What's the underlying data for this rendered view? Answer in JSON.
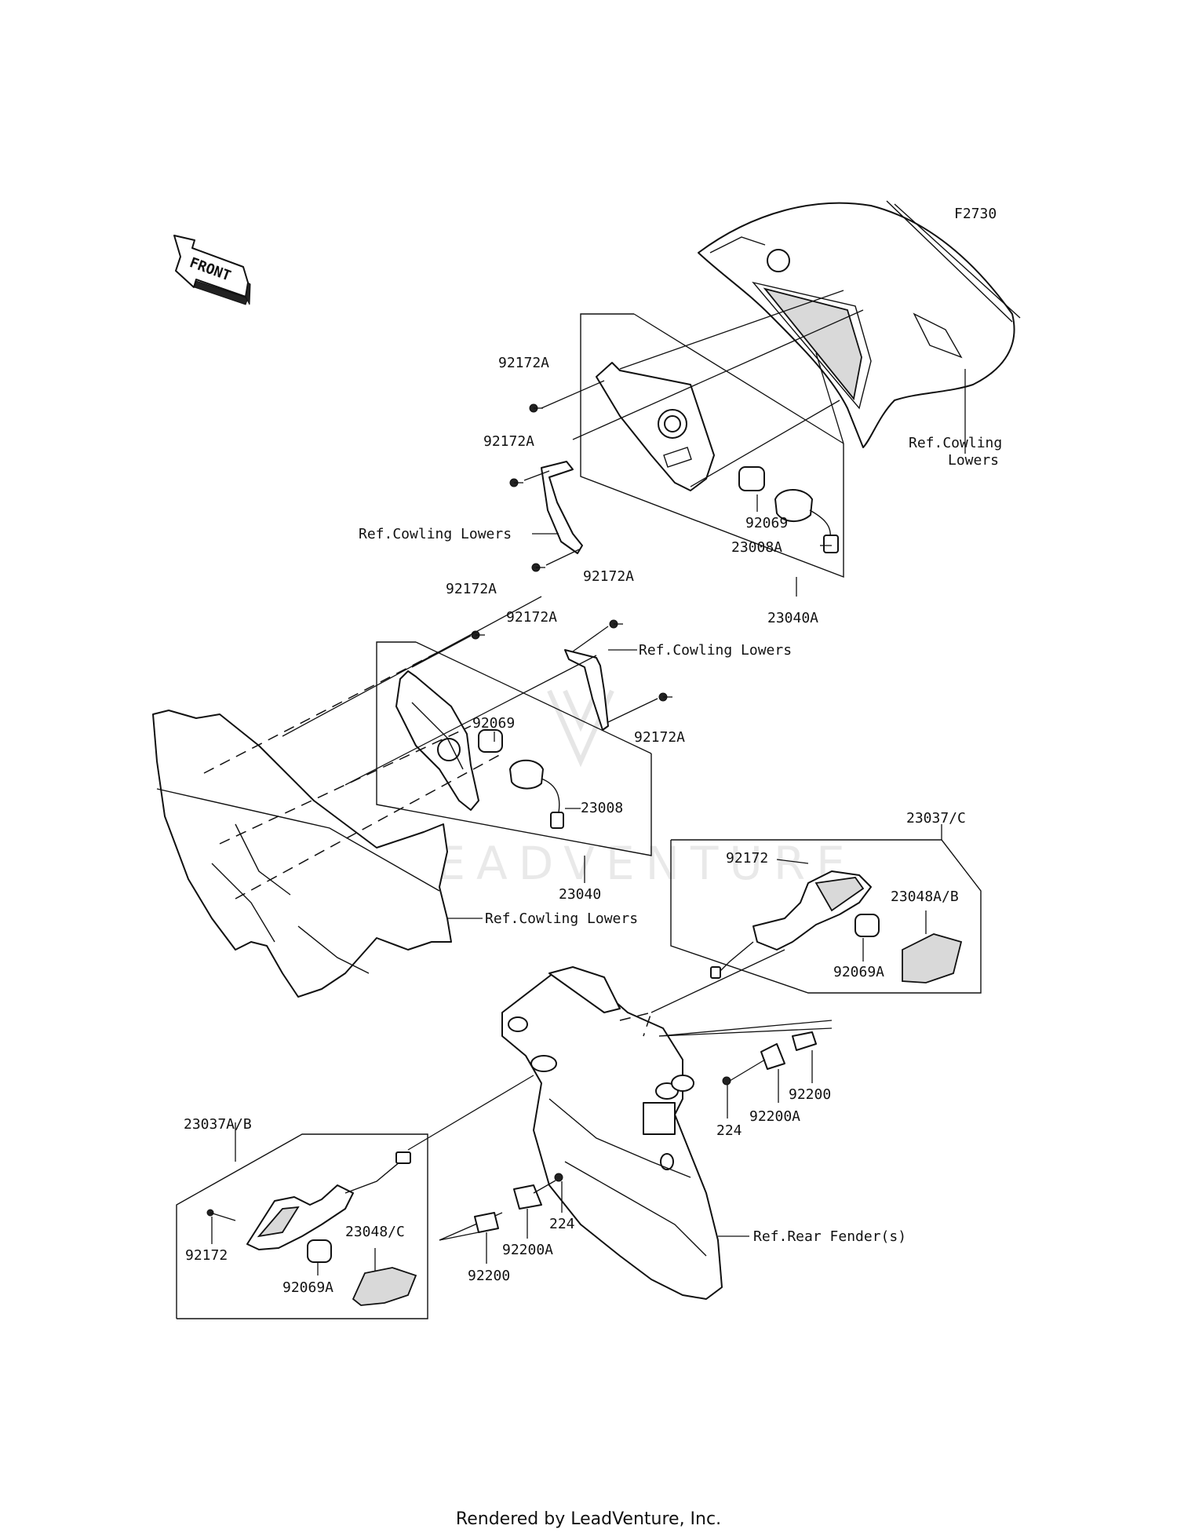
{
  "diagram": {
    "ref_code": "F2730",
    "front_label": "FRONT",
    "watermark": "LEADVENTURE",
    "footer": "Rendered by LeadVenture, Inc.",
    "labels": {
      "l92172A_1": "92172A",
      "l92172A_2": "92172A",
      "l92172A_3": "92172A",
      "l92172A_4": "92172A",
      "l92172A_5": "92172A",
      "l92172A_6": "92172A",
      "ref_cowling_upper_right_1": "Ref.Cowling",
      "ref_cowling_upper_right_2": "Lowers",
      "ref_cowling_left": "Ref.Cowling Lowers",
      "ref_cowling_mid": "Ref.Cowling Lowers",
      "ref_cowling_bottom": "Ref.Cowling Lowers",
      "l92069_upper": "92069",
      "l23008A": "23008A",
      "l23040A": "23040A",
      "l92069_mid": "92069",
      "l23008": "23008",
      "l23040": "23040",
      "l23037C": "23037/C",
      "l92172_right": "92172",
      "l23048AB": "23048A/B",
      "l92069A_right": "92069A",
      "l224_right": "224",
      "l92200A_right": "92200A",
      "l92200_right": "92200",
      "l23037AB": "23037A/B",
      "l92172_left": "92172",
      "l92069A_left": "92069A",
      "l23048C": "23048/C",
      "l224_center": "224",
      "l92200A_center": "92200A",
      "l92200_center": "92200",
      "ref_rear_fender": "Ref.Rear Fender(s)"
    }
  }
}
